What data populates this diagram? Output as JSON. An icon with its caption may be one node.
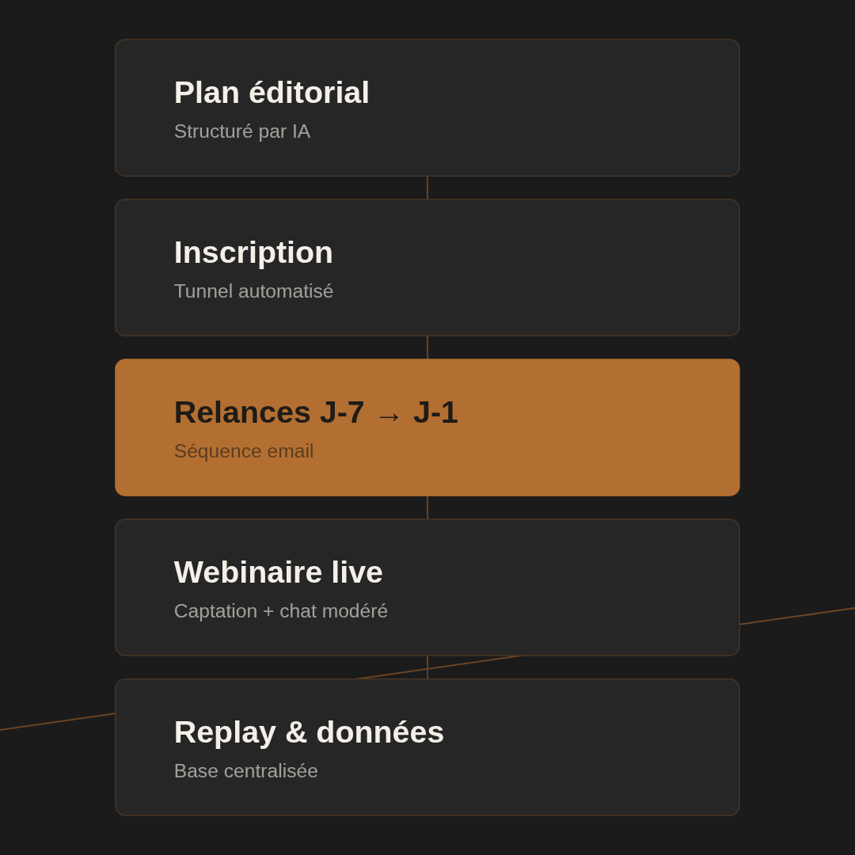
{
  "diagram": {
    "nodes": [
      {
        "text": [
          "Plan éditorial",
          "Structuré par IA"
        ]
      },
      {
        "text": [
          "Inscription",
          "Tunnel automatisé"
        ]
      },
      {
        "text": [
          "Relances J-7 → J-1",
          "Séquence email"
        ]
      },
      {
        "text": [
          "Webinaire live",
          "Captation + chat modéré"
        ]
      },
      {
        "text": [
          "Replay & données",
          "Base centralisée"
        ]
      }
    ],
    "edges": [
      {
        "from": 0,
        "to": 1,
        "arrow": "none"
      },
      {
        "from": 1,
        "to": 2,
        "arrow": "none"
      },
      {
        "from": 2,
        "to": 3,
        "arrow": "none"
      },
      {
        "from": 3,
        "to": 4,
        "arrow": "none"
      }
    ]
  }
}
